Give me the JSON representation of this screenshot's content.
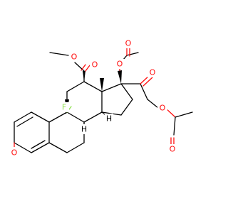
{
  "molecule": {
    "atom_labels": {
      "oxygen": "O",
      "fluorine": "F",
      "hydrogen": "H"
    },
    "colors": {
      "bond": "#000000",
      "oxygen": "#ff0d0d",
      "fluorine": "#90e050",
      "background": "#ffffff"
    }
  }
}
